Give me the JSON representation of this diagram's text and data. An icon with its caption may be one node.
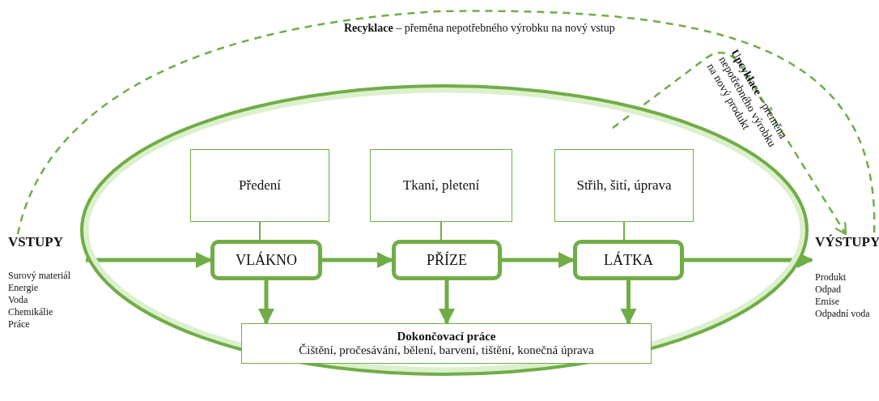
{
  "diagram": {
    "nodes": [
      {
        "text": [],
        "shape": "ellipse"
      },
      {
        "text": [
          "VSTUPY",
          "Surový materiál",
          "Energie",
          "Voda",
          "Chemikálie",
          "Práce"
        ]
      },
      {
        "text": [
          "Předení"
        ],
        "in": 0
      },
      {
        "text": [
          "Tkaní, pletení"
        ],
        "in": 0
      },
      {
        "text": [
          "Střih, šití, úprava"
        ],
        "in": 0
      },
      {
        "text": [
          "VLÁKNO"
        ],
        "in": 0
      },
      {
        "text": [
          "PŘÍZE"
        ],
        "in": 0
      },
      {
        "text": [
          "LÁTKA"
        ],
        "in": 0
      },
      {
        "text": [
          "Dokončovací práce",
          "Čištění, pročesávání, bělení, barvení, tištění, konečná úprava"
        ],
        "in": 0
      },
      {
        "text": [
          "VÝSTUPY",
          "Produkt",
          "Odpad",
          "Emise",
          "Odpadní voda"
        ]
      }
    ],
    "edges": [
      {
        "from": 1,
        "to": 5,
        "arrow": "to"
      },
      {
        "from": 5,
        "to": 6,
        "arrow": "to"
      },
      {
        "from": 6,
        "to": 7,
        "arrow": "to"
      },
      {
        "from": 7,
        "to": 9,
        "arrow": "to"
      },
      {
        "from": 2,
        "to": 5,
        "arrow": "none"
      },
      {
        "from": 3,
        "to": 6,
        "arrow": "none"
      },
      {
        "from": 4,
        "to": 7,
        "arrow": "none"
      },
      {
        "from": 5,
        "to": 8,
        "arrow": "to"
      },
      {
        "from": 6,
        "to": 8,
        "arrow": "to"
      },
      {
        "from": 7,
        "to": 8,
        "arrow": "to"
      },
      {
        "from": 1,
        "to": 9,
        "arrow": "none",
        "style": "dashed",
        "label": "**Recyklace** – přeměna nepotřebného výrobku na nový vstup"
      },
      {
        "from": null,
        "to": 9,
        "arrow": "to",
        "style": "dashed",
        "label": "**Upcyklace** – přeměna nepotřebného výrobku na nový produkt"
      }
    ]
  }
}
